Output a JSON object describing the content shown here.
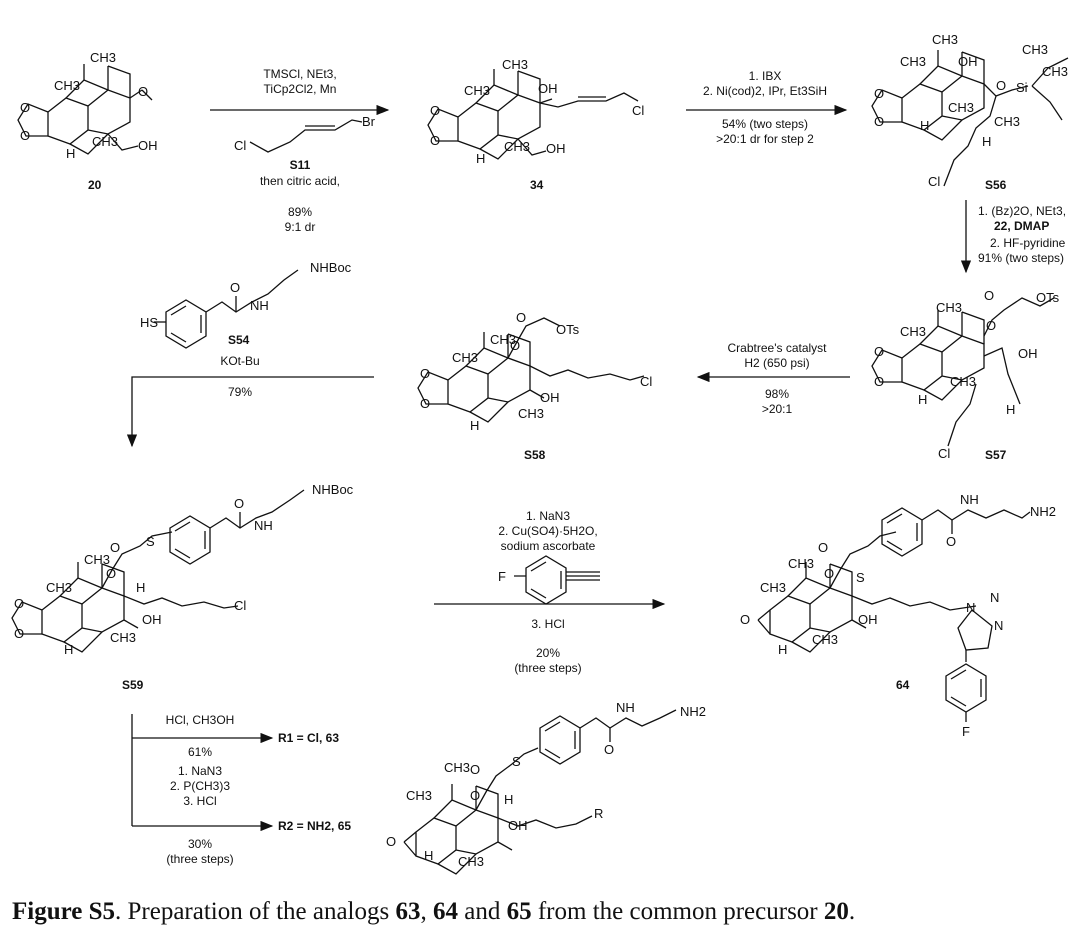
{
  "caption": {
    "label": "Figure S5",
    "text_a": ". Preparation of the analogs ",
    "n1": "63",
    "sep1": ", ",
    "n2": "64",
    "text_b": " and ",
    "n3": "65",
    "text_c": " from the common precursor ",
    "n4": "20",
    "end": "."
  },
  "compounds": {
    "c20": "20",
    "c34": "34",
    "cS56": "S56",
    "cS57": "S57",
    "cS58": "S58",
    "cS54": "S54",
    "cS59": "S59",
    "c64": "64",
    "cS11": "S11"
  },
  "atoms": {
    "CH3": "CH3",
    "O": "O",
    "OH": "OH",
    "H": "H",
    "Cl": "Cl",
    "Br": "Br",
    "OTs": "OTs",
    "NH": "NH",
    "NHBoc": "NHBoc",
    "HS": "HS",
    "S": "S",
    "NH2": "NH2",
    "N": "N",
    "F": "F",
    "Si": "Si",
    "R": "R",
    "Oketone": "O"
  },
  "steps": {
    "s1": {
      "l1": "TMSCl, NEt3,",
      "l2": "TiCp2Cl2, Mn",
      "l3": "then citric acid,",
      "l4": "89%",
      "l5": "9:1 dr"
    },
    "s2": {
      "l1": "1. IBX",
      "l2": "2. Ni(cod)2, IPr, Et3SiH",
      "l3": "54% (two steps)",
      "l4": ">20:1 dr for step 2"
    },
    "s3": {
      "l1": "1. (Bz)2O, NEt3,",
      "l2": "22, DMAP",
      "l3": "2. HF-pyridine",
      "l4": "91% (two steps)"
    },
    "s4": {
      "l1": "Crabtree's catalyst",
      "l2": "H2 (650 psi)",
      "l3": "98%",
      "l4": ">20:1"
    },
    "s5": {
      "l1": "KOt-Bu",
      "l2": "79%"
    },
    "s6": {
      "l1": "1. NaN3",
      "l2": "2. Cu(SO4)·5H2O,",
      "l3": "sodium ascorbate",
      "l4": "3. HCl",
      "l5": "20%",
      "l6": "(three steps)"
    },
    "s7": {
      "l1": "HCl, CH3OH",
      "l2": "61%",
      "p1": "R1 = Cl, 63"
    },
    "s8": {
      "l1": "1. NaN3",
      "l2": "2. P(CH3)3",
      "l3": "3. HCl",
      "l4": "30%",
      "l5": "(three steps)",
      "p2": "R2 = NH2, 65"
    }
  }
}
